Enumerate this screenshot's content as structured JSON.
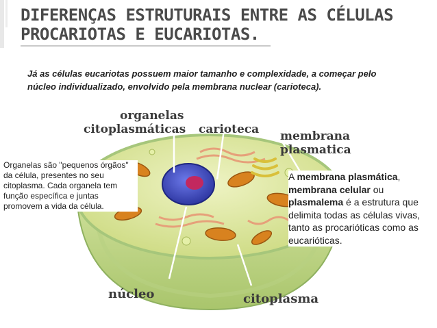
{
  "slide": {
    "title_line1": "DIFERENÇAS ESTRUTURAIS ENTRE AS CÉLULAS",
    "title_line2": "PROCARIOTAS E EUCARIOTAS.",
    "intro": "Já as células eucariotas possuem maior tamanho e complexidade, a começar pelo núcleo individualizado, envolvido pela membrana nuclear (carioteca)."
  },
  "diagram": {
    "labels": {
      "organelas_1": "organelas",
      "organelas_2": "citoplasmáticas",
      "carioteca": "carioteca",
      "membrana_1": "membrana",
      "membrana_2": "plasmatica",
      "nucleo": "núcleo",
      "citoplasma": "citoplasma"
    }
  },
  "left_note": {
    "text": "Organelas são \"pequenos órgãos\" da célula, presentes no seu citoplasma. Cada organela tem função específica e juntas promovem a vida da célula."
  },
  "right_note": {
    "t1": "A ",
    "b1": "membrana plasmática",
    "t2": ", ",
    "b2": "membrana celular",
    "t3": " ou ",
    "b3": "plasmalema",
    "t4": " é a estrutura que delimita todas as células vivas, tanto as procarióticas como as eucarióticas."
  },
  "colors": {
    "title": "#4a4a4a",
    "cytoplasm": "#d9e59a",
    "membrane": "#9fc07a",
    "nucleus": "#4a56c8",
    "nucleolus": "#c2285f",
    "mitochondria": "#d8821f",
    "pointer": "#ffffff"
  }
}
